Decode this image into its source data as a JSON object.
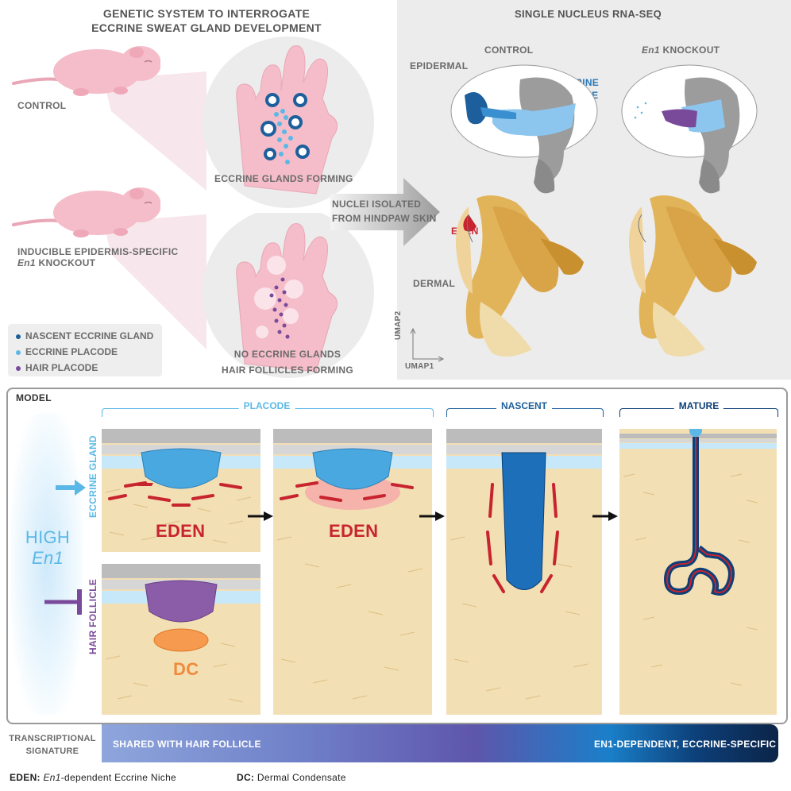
{
  "top_left": {
    "title_line1": "GENETIC SYSTEM TO INTERROGATE",
    "title_line2": "ECCRINE SWEAT GLAND DEVELOPMENT",
    "control_label": "CONTROL",
    "knockout_line1": "INDUCIBLE EPIDERMIS-SPECIFIC",
    "knockout_gene": "En1",
    "knockout_suffix": " KNOCKOUT",
    "paw1_caption": "ECCRINE GLANDS FORMING",
    "paw2_caption_line1": "NO ECCRINE GLANDS",
    "paw2_caption_line2": "HAIR FOLLICLES FORMING",
    "arrow_line1": "NUCLEI ISOLATED",
    "arrow_line2": "FROM HINDPAW SKIN"
  },
  "legend": [
    {
      "label": "NASCENT ECCRINE GLAND",
      "color": "#1c5f9c"
    },
    {
      "label": "ECCRINE PLACODE",
      "color": "#5bb8e6"
    },
    {
      "label": "HAIR PLACODE",
      "color": "#7a4a9a"
    }
  ],
  "rnaseq": {
    "title": "SINGLE NUCLEUS RNA-SEQ",
    "control": "CONTROL",
    "knockout_gene": "En1",
    "knockout_suffix": " KNOCKOUT",
    "epidermal": "EPIDERMAL",
    "dermal": "DERMAL",
    "eccrine_line1": "ECCRINE",
    "eccrine_line2": "LINEAGE",
    "eden": "EDEN",
    "umap1": "UMAP1",
    "umap2": "UMAP2"
  },
  "model": {
    "title": "MODEL",
    "stage_placode": "PLACODE",
    "stage_nascent": "NASCENT",
    "stage_mature": "MATURE",
    "eccrine_side": "ECCRINE GLAND",
    "hair_side": "HAIR FOLLICLE",
    "high": "HIGH",
    "en1": "En1",
    "eden": "EDEN",
    "dc": "DC"
  },
  "signature": {
    "label_line1": "TRANSCRIPTIONAL",
    "label_line2": "SIGNATURE",
    "left_text": "SHARED WITH HAIR FOLLICLE",
    "right_text": "EN1-DEPENDENT, ECCRINE-SPECIFIC"
  },
  "footnotes": {
    "eden_key": "EDEN:",
    "eden_gene": "En1",
    "eden_desc": "-dependent Eccrine Niche",
    "dc_key": "DC:",
    "dc_desc": "Dermal Condensate"
  },
  "colors": {
    "eccrine_blue": "#5bb8e6",
    "nascent_blue": "#1c5f9c",
    "eden_red": "#c8242f",
    "hair_purple": "#7a4a9a",
    "dc_orange": "#f08a3c",
    "dermis_tan": "#f3dfb4",
    "gray_text": "#6b6b6b"
  }
}
